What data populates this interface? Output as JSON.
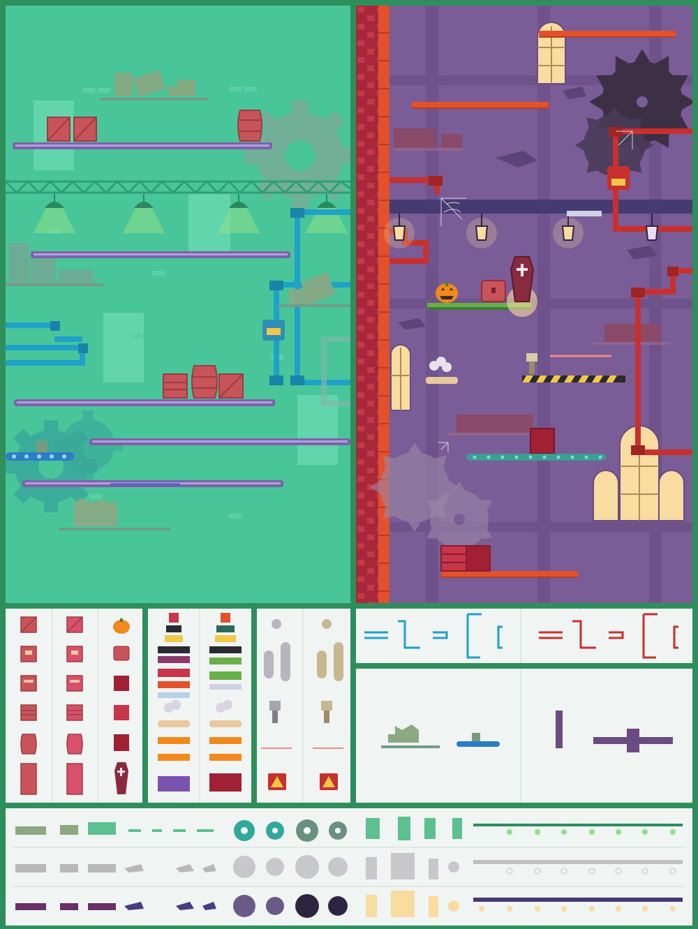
{
  "sheet": {
    "frame_color": "#2e8f5c",
    "scenes": [
      {
        "name": "factory-scene",
        "theme": "factory",
        "background": "#48c69a"
      },
      {
        "name": "haunted-scene",
        "theme": "haunted",
        "background": "#7a5c97"
      }
    ],
    "asset_groups": [
      {
        "name": "crates-barrels-doors",
        "columns": [
          "green-theme",
          "red-theme",
          "halloween-theme"
        ]
      },
      {
        "name": "platform-tiles",
        "columns": [
          "industrial",
          "haunted"
        ]
      },
      {
        "name": "hazards",
        "columns": [
          "metal",
          "bronze"
        ]
      },
      {
        "name": "pipes",
        "columns": [
          "blue-pipes",
          "red-pipes"
        ]
      },
      {
        "name": "conveyors-and-posts",
        "columns": [
          "conveyor",
          "post"
        ]
      },
      {
        "name": "background-elements",
        "rows": [
          "green",
          "grey",
          "purple"
        ]
      }
    ]
  },
  "colors": {
    "factory_bg": "#48c69a",
    "haunted_bg": "#7a5c97",
    "brick": "#e2502c",
    "brick_dark": "#a8283a",
    "crate": "#c8545a",
    "pipe_blue": "#1ea2c8",
    "pipe_red": "#c8302e",
    "window_glow": "#f8dca0",
    "saw_dark": "#3d3046",
    "gear_teal": "#2fa99a",
    "asset_panel": "#f0f4f2"
  },
  "icons": [
    "gear-icon",
    "saw-blade-icon",
    "lamp-icon",
    "pumpkin-icon",
    "coffin-cross-icon",
    "warning-icon",
    "cobweb-icon"
  ]
}
